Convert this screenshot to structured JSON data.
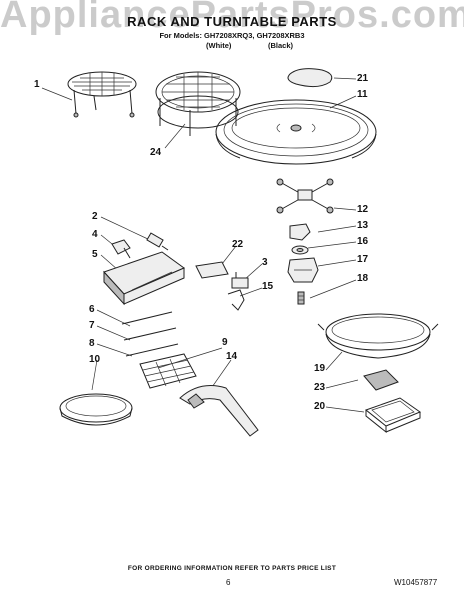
{
  "watermark": "AppliancePartsPros.com",
  "header": {
    "title": "RACK AND TURNTABLE PARTS",
    "models": "For Models: GH7208XRQ3, GH7208XRB3",
    "col_white": "(White)",
    "col_black": "(Black)"
  },
  "callouts": [
    "1",
    "24",
    "21",
    "11",
    "12",
    "13",
    "16",
    "17",
    "18",
    "2",
    "4",
    "5",
    "22",
    "3",
    "15",
    "6",
    "7",
    "8",
    "10",
    "9",
    "14",
    "19",
    "23",
    "20"
  ],
  "footer": {
    "ordering": "FOR ORDERING INFORMATION REFER TO PARTS PRICE LIST",
    "page": "6",
    "doc_number": "W10457877"
  }
}
